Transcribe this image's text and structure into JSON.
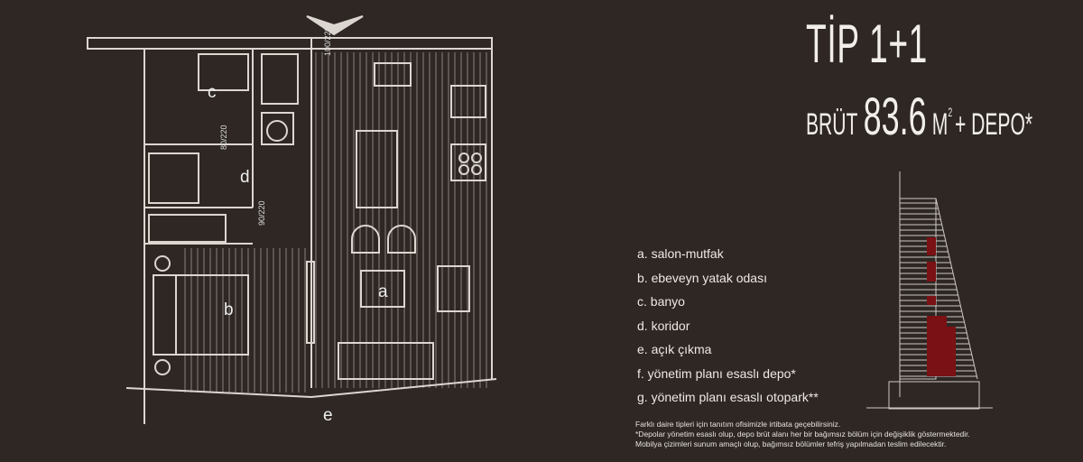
{
  "header": {
    "title": "TİP 1+1",
    "area_prefix": "BRÜT",
    "area_value": "83.6",
    "area_unit": "M",
    "area_unit_sup": "2",
    "area_suffix": "+ DEPO*"
  },
  "legend": [
    "a. salon-mutfak",
    "b. ebeveyn yatak odası",
    "c. banyo",
    "d. koridor",
    "e. açık çıkma",
    "f. yönetim planı esaslı depo*",
    "g. yönetim planı esaslı otopark**"
  ],
  "plan_labels": {
    "a": "a",
    "b": "b",
    "c": "c",
    "d": "d",
    "e": "e"
  },
  "door_dims": [
    "100/220",
    "80/220",
    "90/220"
  ],
  "notes": [
    "Farklı daire tipleri için tanıtım ofisimizle irtibata geçebilirsiniz.",
    "*Depolar yönetim esaslı olup, depo brüt alanı her bir bağımsız bölüm için değişiklik göstermektedir.",
    "Mobilya çizimleri sunum amaçlı olup, bağımsız bölümler tefriş yapılmadan teslim edilecektir."
  ],
  "colors": {
    "background": "#2e2724",
    "line": "#d9d4cf",
    "highlight": "#7a1114"
  }
}
